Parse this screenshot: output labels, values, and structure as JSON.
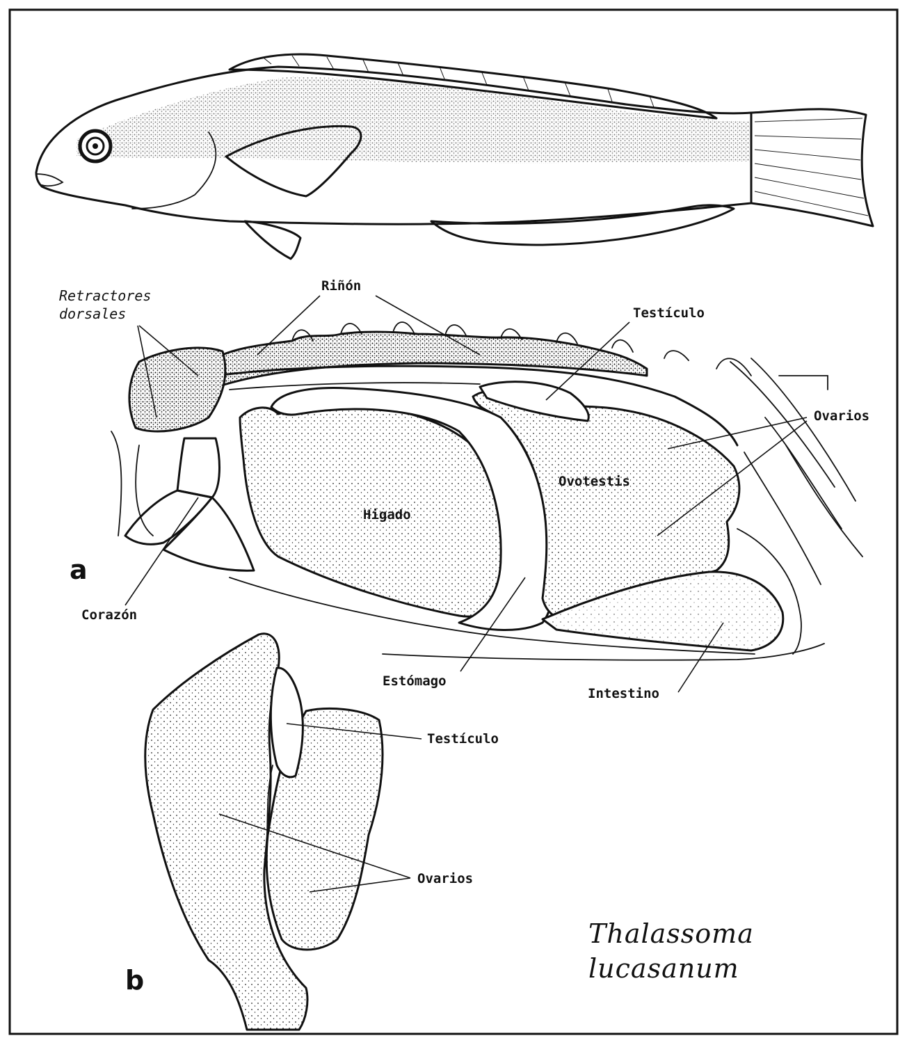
{
  "figure": {
    "panel_a": "a",
    "panel_b": "b",
    "species_line1": "Thalassoma",
    "species_line2": "lucasanum"
  },
  "labels_a": {
    "retractores_1": "Retractores",
    "retractores_2": "dorsales",
    "rinon": "Riñón",
    "testiculo": "Testículo",
    "ovarios": "Ovarios",
    "ovotestis": "Ovotestis",
    "higado": "Higado",
    "corazon": "Corazón",
    "estomago": "Estómago",
    "intestino": "Intestino"
  },
  "labels_b": {
    "testiculo": "Testículo",
    "ovarios": "Ovarios"
  },
  "colors": {
    "ink": "#111111",
    "paper": "#ffffff",
    "stipple": "#222222"
  }
}
